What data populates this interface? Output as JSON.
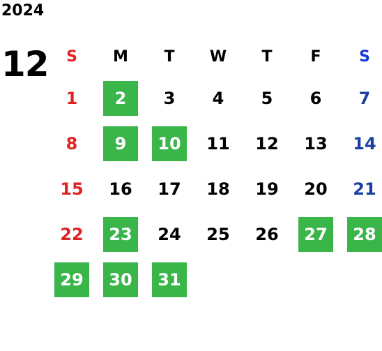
{
  "calendar": {
    "year": "2024",
    "month": "12",
    "highlight_color": "#3ab54a",
    "sunday_color": "#e02424",
    "saturday_color": "#1a3fa0",
    "weekdays": [
      "S",
      "M",
      "T",
      "W",
      "T",
      "F",
      "S"
    ],
    "weeks": [
      [
        {
          "d": "1",
          "hl": false
        },
        {
          "d": "2",
          "hl": true
        },
        {
          "d": "3",
          "hl": false
        },
        {
          "d": "4",
          "hl": false
        },
        {
          "d": "5",
          "hl": false
        },
        {
          "d": "6",
          "hl": false
        },
        {
          "d": "7",
          "hl": false
        }
      ],
      [
        {
          "d": "8",
          "hl": false
        },
        {
          "d": "9",
          "hl": true
        },
        {
          "d": "10",
          "hl": true
        },
        {
          "d": "11",
          "hl": false
        },
        {
          "d": "12",
          "hl": false
        },
        {
          "d": "13",
          "hl": false
        },
        {
          "d": "14",
          "hl": false
        }
      ],
      [
        {
          "d": "15",
          "hl": false
        },
        {
          "d": "16",
          "hl": false
        },
        {
          "d": "17",
          "hl": false
        },
        {
          "d": "18",
          "hl": false
        },
        {
          "d": "19",
          "hl": false
        },
        {
          "d": "20",
          "hl": false
        },
        {
          "d": "21",
          "hl": false
        }
      ],
      [
        {
          "d": "22",
          "hl": false
        },
        {
          "d": "23",
          "hl": true
        },
        {
          "d": "24",
          "hl": false
        },
        {
          "d": "25",
          "hl": false
        },
        {
          "d": "26",
          "hl": false
        },
        {
          "d": "27",
          "hl": true
        },
        {
          "d": "28",
          "hl": true
        }
      ],
      [
        {
          "d": "29",
          "hl": true
        },
        {
          "d": "30",
          "hl": true
        },
        {
          "d": "31",
          "hl": true
        },
        null,
        null,
        null,
        null
      ]
    ]
  }
}
